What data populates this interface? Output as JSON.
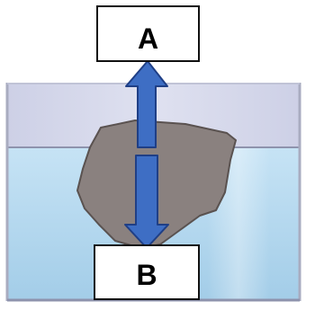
{
  "diagram": {
    "label_top": "A",
    "label_bottom": "B",
    "elements": {
      "container": "glass-tank",
      "liquid": "water",
      "object": "rock",
      "force_arrow_up_name": "arrow-up-icon",
      "force_arrow_down_name": "arrow-down-icon"
    }
  },
  "colors": {
    "air": "#d3d6ea",
    "water_top": "#c2e0f4",
    "water_bottom": "#a5cfe8",
    "rock": "#8a817f",
    "rock_outline": "#5a5250",
    "arrow_fill": "#3e6ec4",
    "arrow_stroke": "#1f3f86",
    "tank_wall": "#a9acc0"
  }
}
